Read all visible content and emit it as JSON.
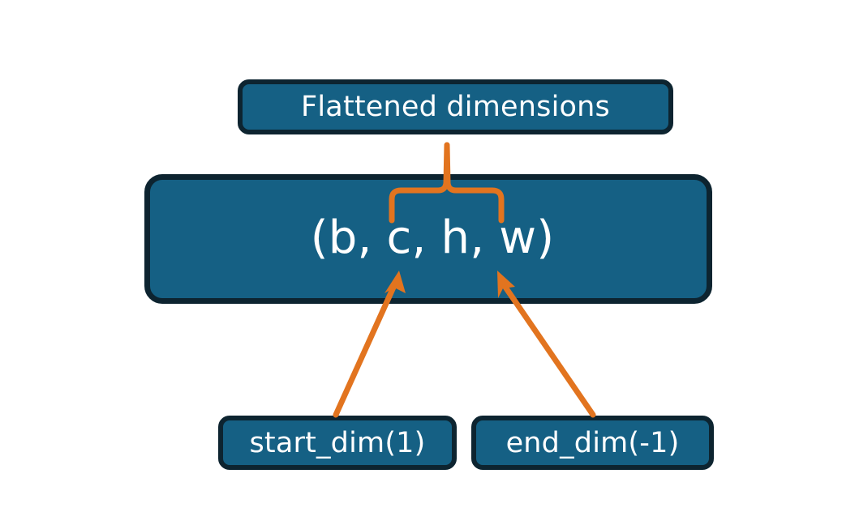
{
  "diagram": {
    "title_node": {
      "label": "Flattened dimensions"
    },
    "tuple_node": {
      "label": "(b, c, h, w)"
    },
    "start_node": {
      "label": "start_dim(1)"
    },
    "end_node": {
      "label": "end_dim(-1)"
    },
    "connectors": {
      "brace_name": "curly-brace-connector",
      "start_arrow_name": "start-dim-arrow",
      "end_arrow_name": "end-dim-arrow"
    },
    "colors": {
      "node_fill": "#156084",
      "node_border": "#0d2430",
      "accent_orange": "#e2741f",
      "text": "#ffffff",
      "background": "#ffffff"
    }
  }
}
